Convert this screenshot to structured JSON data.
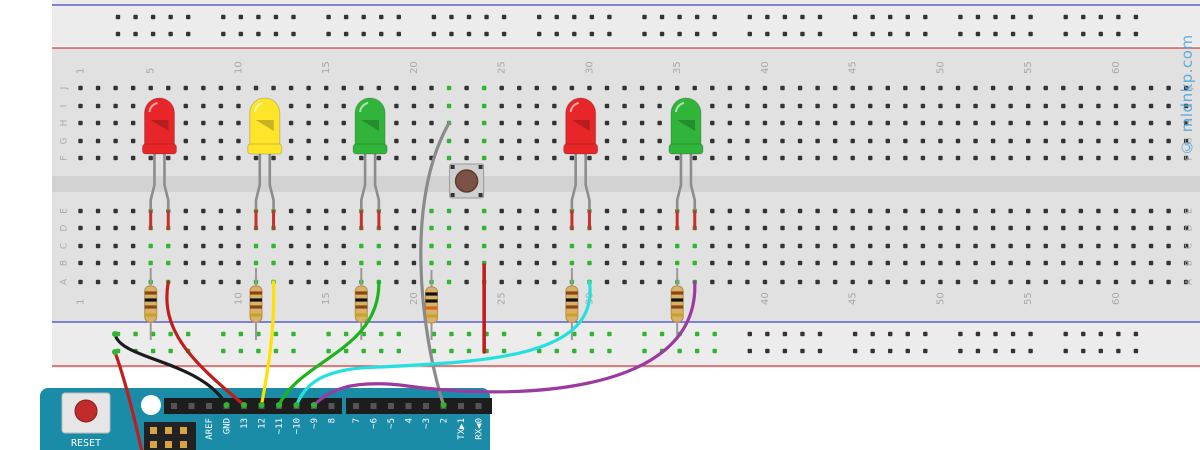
{
  "watermark": "© mldnkp.com",
  "breadboard": {
    "column_numbers": [
      "1",
      "5",
      "10",
      "15",
      "20",
      "25",
      "30",
      "35",
      "40",
      "45",
      "50",
      "55",
      "60"
    ],
    "row_letters_top": [
      "J",
      "I",
      "H",
      "G",
      "F"
    ],
    "row_letters_bottom": [
      "E",
      "D",
      "C",
      "B",
      "A"
    ],
    "colors": {
      "board": "#e1e1e1",
      "rail": "#ececec",
      "channel": "#d2d2d2",
      "hole": "#333333",
      "connected_hole": "#2fb52f",
      "red_line": "#d33a3a",
      "blue_line": "#3c46c8"
    }
  },
  "leds": [
    {
      "color": "red",
      "hex": "#e8262a",
      "column": 5
    },
    {
      "color": "yellow",
      "hex": "#ffe52a",
      "column": 11
    },
    {
      "color": "green",
      "hex": "#30b53a",
      "column": 17
    },
    {
      "color": "red",
      "hex": "#e8262a",
      "column": 29
    },
    {
      "color": "green",
      "hex": "#30b53a",
      "column": 35
    }
  ],
  "button": {
    "label": "push-button"
  },
  "wires": [
    {
      "name": "black-wire",
      "hex": "#1b1b1b"
    },
    {
      "name": "red-wire-gnd",
      "hex": "#c01d1d"
    },
    {
      "name": "red-wire-13",
      "hex": "#c01d1d"
    },
    {
      "name": "yellow-wire-12",
      "hex": "#ffe000"
    },
    {
      "name": "green-wire-11",
      "hex": "#1db31d"
    },
    {
      "name": "cyan-wire-10",
      "hex": "#26e0e0"
    },
    {
      "name": "purple-wire-9",
      "hex": "#9b3aa0"
    },
    {
      "name": "gray-wire-2",
      "hex": "#8a8a8a"
    },
    {
      "name": "red-jumper",
      "hex": "#c01d1d"
    }
  ],
  "arduino": {
    "board_color": "#1a8ca8",
    "reset_label": "RESET",
    "pin_labels": [
      "AREF",
      "GND",
      "13",
      "12",
      "~11",
      "~10",
      "~9",
      "8",
      "7",
      "~6",
      "~5",
      "4",
      "~3",
      "2",
      "TX▶1",
      "RX◀0"
    ]
  }
}
